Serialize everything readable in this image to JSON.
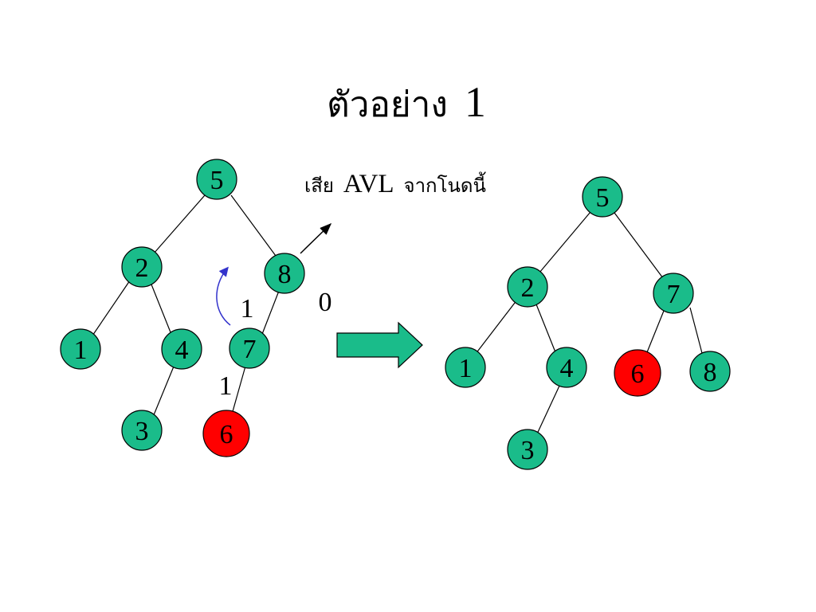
{
  "title": {
    "text": "ตัวอย่าง",
    "number": "1"
  },
  "annotation": {
    "before": "เสีย",
    "avl": "AVL",
    "after": "จากโนดนี้"
  },
  "colors": {
    "node_normal": "#1abc8a",
    "node_highlight": "#ff0000",
    "arrow_fill": "#1abc8a",
    "rotation_arrow": "#3333cc"
  },
  "trees": [
    {
      "name": "before",
      "nodes": [
        {
          "key": "5",
          "state": "normal"
        },
        {
          "key": "2",
          "state": "normal"
        },
        {
          "key": "8",
          "state": "normal"
        },
        {
          "key": "1",
          "state": "normal"
        },
        {
          "key": "4",
          "state": "normal"
        },
        {
          "key": "7",
          "state": "normal"
        },
        {
          "key": "3",
          "state": "normal"
        },
        {
          "key": "6",
          "state": "highlight"
        }
      ],
      "edges": [
        [
          "5",
          "2"
        ],
        [
          "5",
          "8"
        ],
        [
          "2",
          "1"
        ],
        [
          "2",
          "4"
        ],
        [
          "8",
          "7"
        ],
        [
          "4",
          "3"
        ],
        [
          "7",
          "6"
        ]
      ],
      "balance_labels": [
        "1",
        "0",
        "1"
      ]
    },
    {
      "name": "after",
      "nodes": [
        {
          "key": "5",
          "state": "normal"
        },
        {
          "key": "2",
          "state": "normal"
        },
        {
          "key": "7",
          "state": "normal"
        },
        {
          "key": "1",
          "state": "normal"
        },
        {
          "key": "4",
          "state": "normal"
        },
        {
          "key": "6",
          "state": "highlight"
        },
        {
          "key": "8",
          "state": "normal"
        },
        {
          "key": "3",
          "state": "normal"
        }
      ],
      "edges": [
        [
          "5",
          "2"
        ],
        [
          "5",
          "7"
        ],
        [
          "2",
          "1"
        ],
        [
          "2",
          "4"
        ],
        [
          "7",
          "6"
        ],
        [
          "7",
          "8"
        ],
        [
          "4",
          "3"
        ]
      ]
    }
  ],
  "transform_arrow": "right-arrow-icon"
}
